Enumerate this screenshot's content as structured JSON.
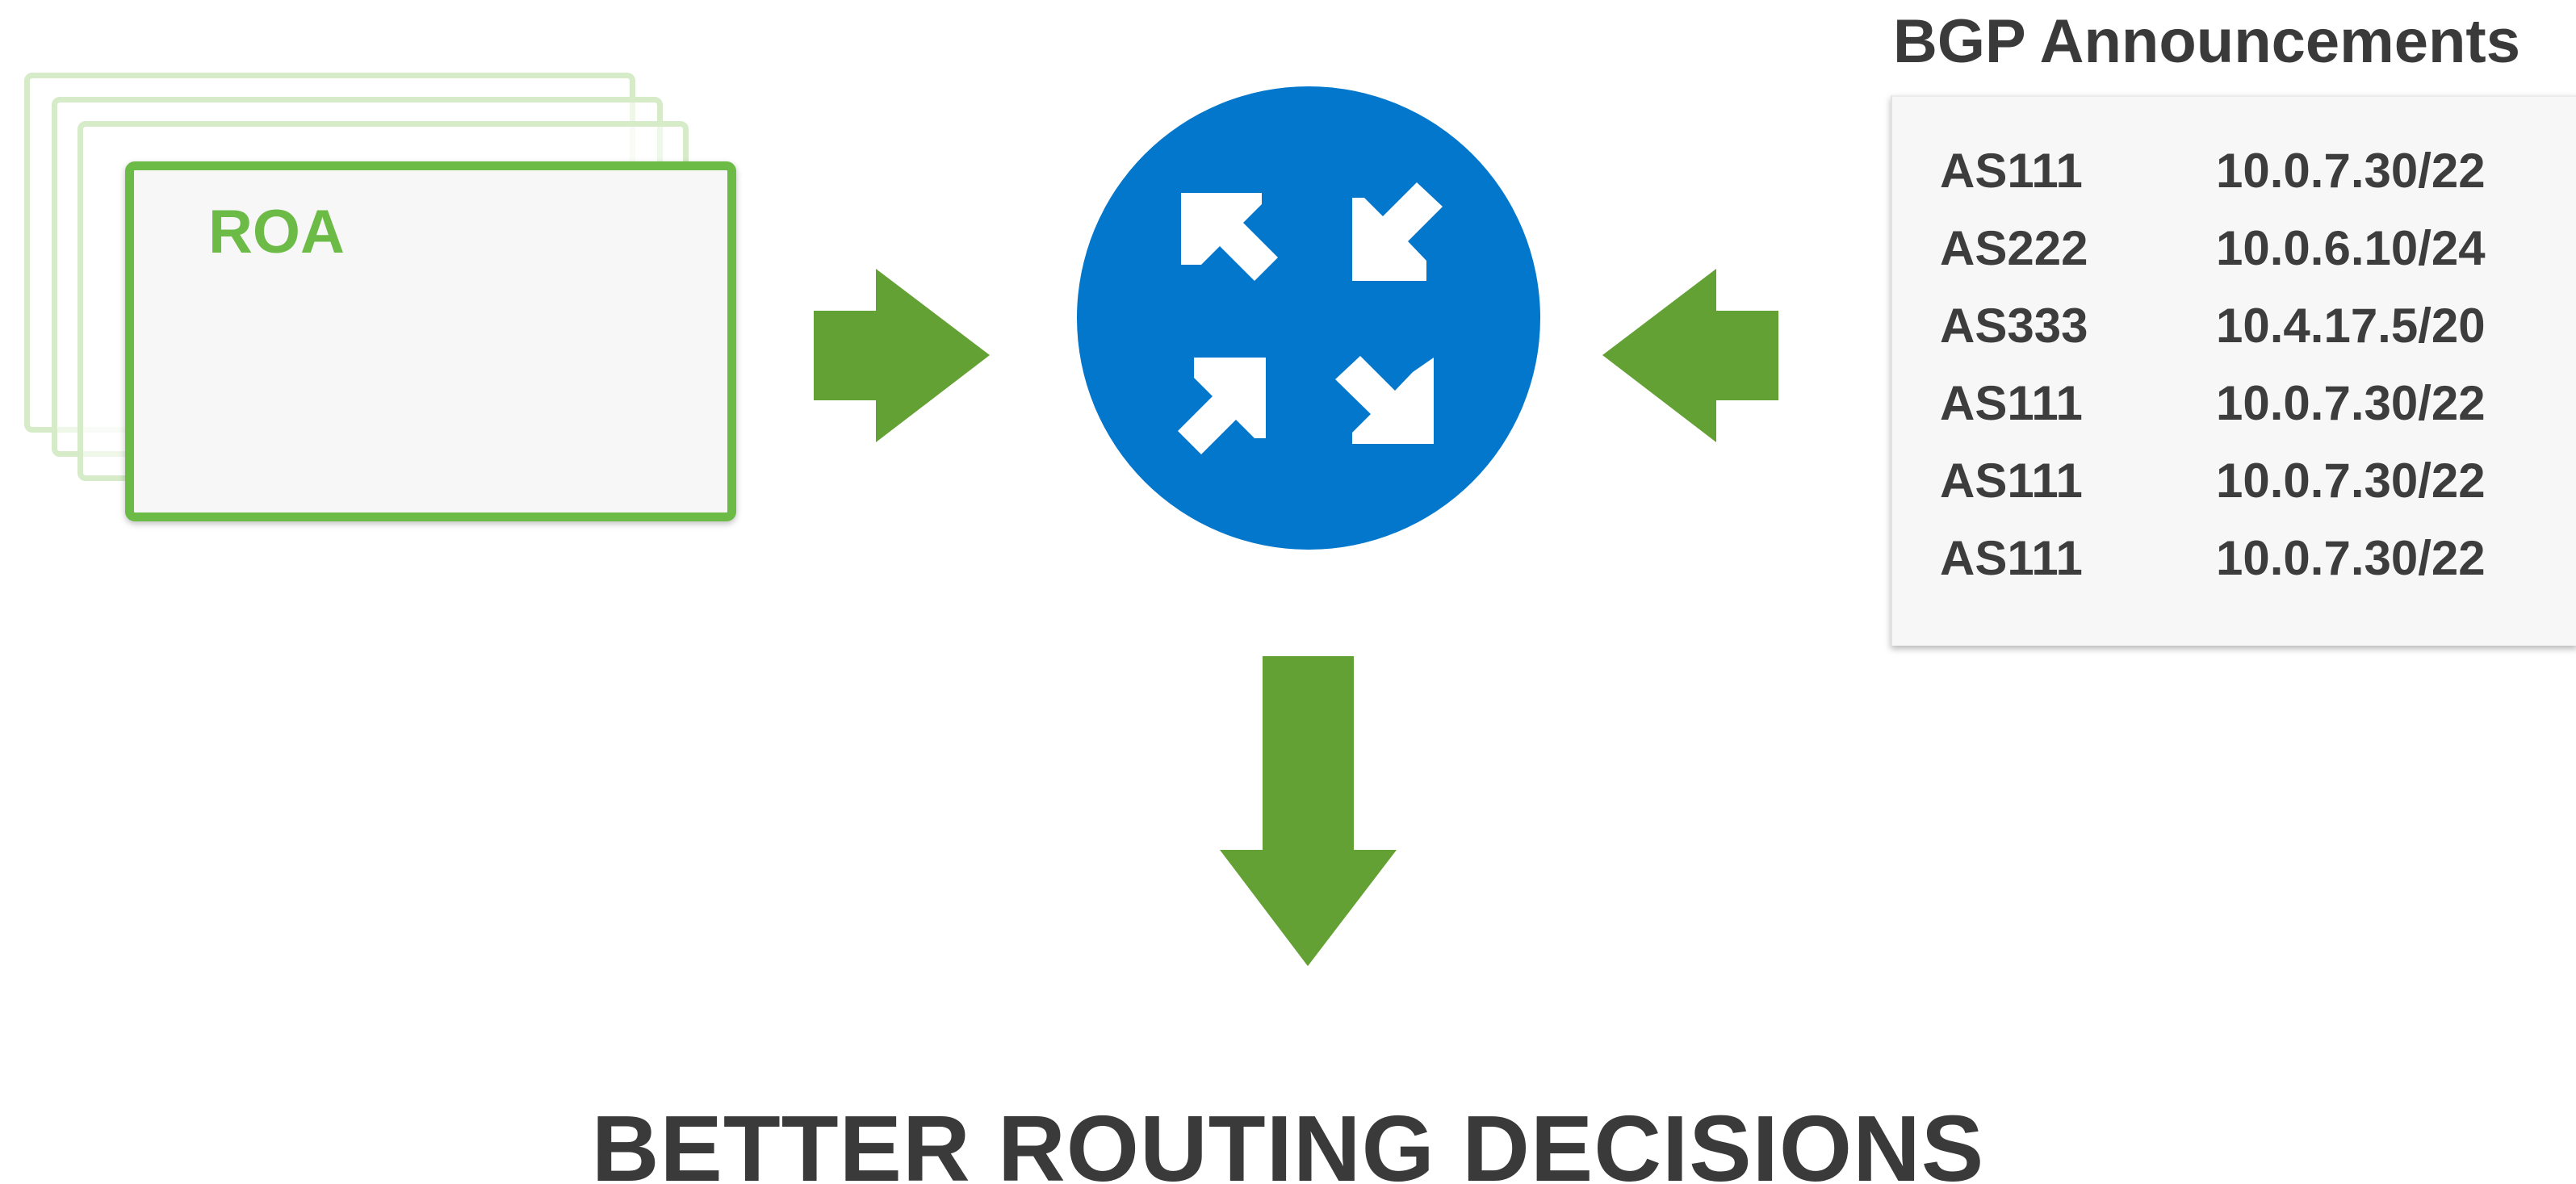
{
  "roa": {
    "label": "ROA"
  },
  "router": {
    "icon": "router-icon",
    "color": "#0277cc"
  },
  "bgp": {
    "title": "BGP Announcements",
    "rows": [
      {
        "as": "AS111",
        "prefix": "10.0.7.30/22"
      },
      {
        "as": "AS222",
        "prefix": "10.0.6.10/24"
      },
      {
        "as": "AS333",
        "prefix": "10.4.17.5/20"
      },
      {
        "as": "AS111",
        "prefix": "10.0.7.30/22"
      },
      {
        "as": "AS111",
        "prefix": "10.0.7.30/22"
      },
      {
        "as": "AS111",
        "prefix": "10.0.7.30/22"
      }
    ]
  },
  "footer": {
    "title": "BETTER ROUTING DECISIONS"
  },
  "colors": {
    "arrow": "#63a135",
    "roa_border": "#6dbb47",
    "text": "#3a3a3a"
  }
}
